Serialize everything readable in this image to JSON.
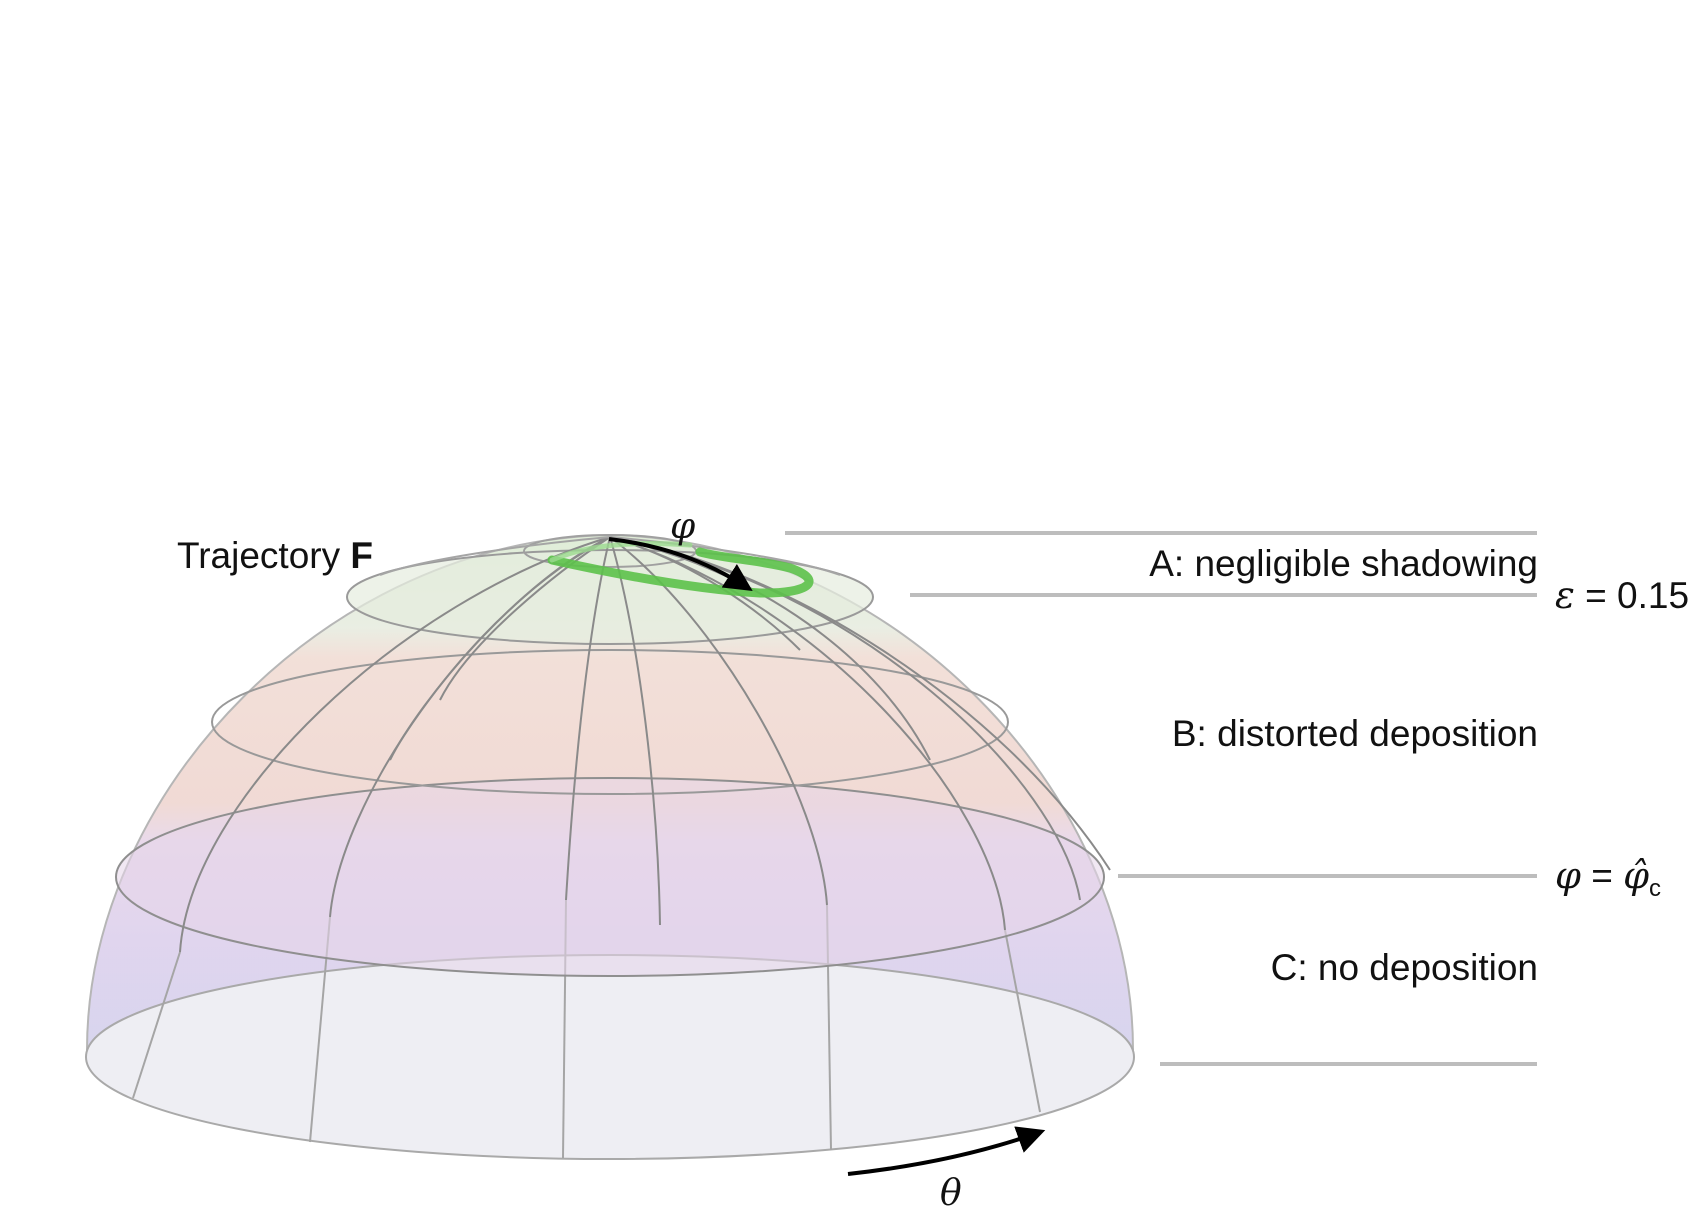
{
  "labels": {
    "trajectory_prefix": "Trajectory ",
    "trajectory_symbol": "F",
    "phi_arrow": "φ",
    "theta_arrow": "θ",
    "zone_a": "A: negligible shadowing",
    "zone_b": "B: distorted deposition",
    "zone_c": "C: no deposition",
    "epsilon_symbol": "ε",
    "epsilon_rest": " = 0.15",
    "phi_c_lhs": "φ",
    "phi_c_eq": " = ",
    "phi_c_hat": "φ̂",
    "phi_c_sub": "c"
  },
  "colors": {
    "zone_a": "#dfe9d6",
    "zone_b": "#f1d7cf",
    "zone_c": "#d8cdea",
    "base": "#ececf2",
    "trajectory": "#5cc14a",
    "grid": "#8a8a8a",
    "level_lines": "#bdbdbd"
  }
}
